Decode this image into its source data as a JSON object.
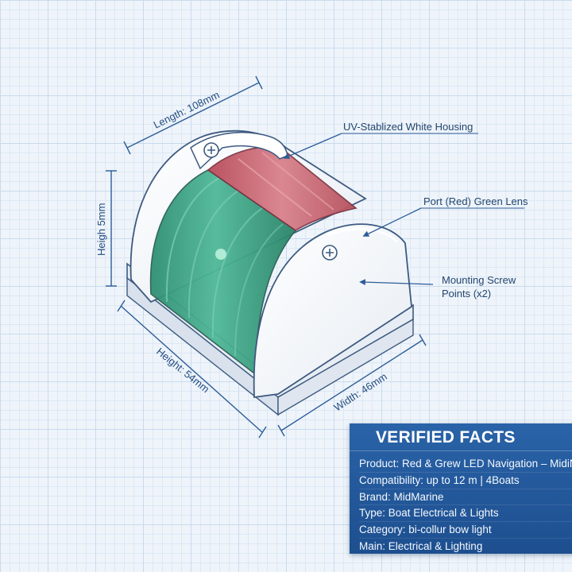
{
  "callouts": {
    "housing": "UV-Stablized White Housing",
    "lens": "Port (Red) Green Lens",
    "screw_line1": "Mounting Screw",
    "screw_line2": "Points (x2)"
  },
  "dimensions": {
    "length": "Length: 108mm",
    "height_vertical": "Heigh 5mm",
    "height_bottom": "Height: 54mm",
    "width": "Width: 46mm"
  },
  "facts": {
    "title": "VERIFIED FACTS",
    "items": [
      "Product: Red & Grew LED Navigation – MidiNav",
      "Compatibility: up to 12 m | 4Boats",
      "Brand: MidMarine",
      "Type: Boat Electrical & Lights",
      "Category: bi-collur bow light",
      "Main: Electrical & Lighting"
    ]
  },
  "colors": {
    "housing": "#f7f9fc",
    "outline": "#3d5a80",
    "green_lens": "#3aa587",
    "red_lens": "#c25a68",
    "panel": "#2158a0",
    "dimension_line": "#2d5d98"
  }
}
